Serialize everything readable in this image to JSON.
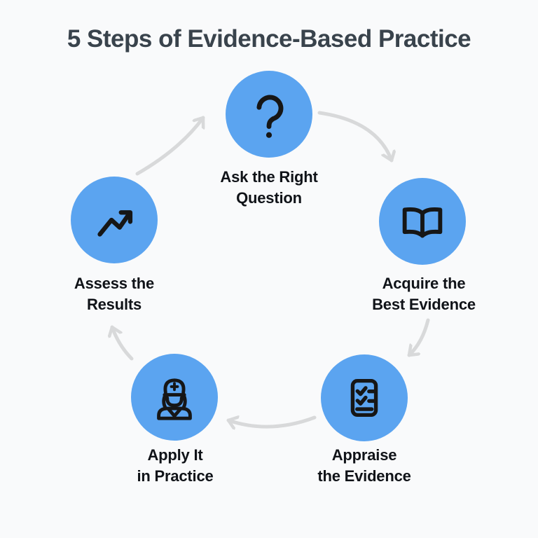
{
  "title": "5 Steps of Evidence-Based Practice",
  "colors": {
    "background": "#f9fafb",
    "circle_fill": "#5ba4f0",
    "icon_stroke": "#161616",
    "arrow": "#d8d9da",
    "title_text": "#39434c",
    "label_text": "#101318"
  },
  "steps": [
    {
      "id": "ask",
      "line1": "Ask the Right",
      "line2": "Question",
      "icon": "question-mark-icon"
    },
    {
      "id": "acquire",
      "line1": "Acquire the",
      "line2": "Best Evidence",
      "icon": "open-book-icon"
    },
    {
      "id": "appraise",
      "line1": "Appraise",
      "line2": "the Evidence",
      "icon": "checklist-icon"
    },
    {
      "id": "apply",
      "line1": "Apply It",
      "line2": "in Practice",
      "icon": "nurse-icon"
    },
    {
      "id": "assess",
      "line1": "Assess the",
      "line2": "Results",
      "icon": "trend-up-chart-icon"
    }
  ],
  "arrows": [
    {
      "from": "ask",
      "to": "acquire"
    },
    {
      "from": "acquire",
      "to": "appraise"
    },
    {
      "from": "appraise",
      "to": "apply"
    },
    {
      "from": "apply",
      "to": "assess"
    },
    {
      "from": "assess",
      "to": "ask"
    }
  ]
}
